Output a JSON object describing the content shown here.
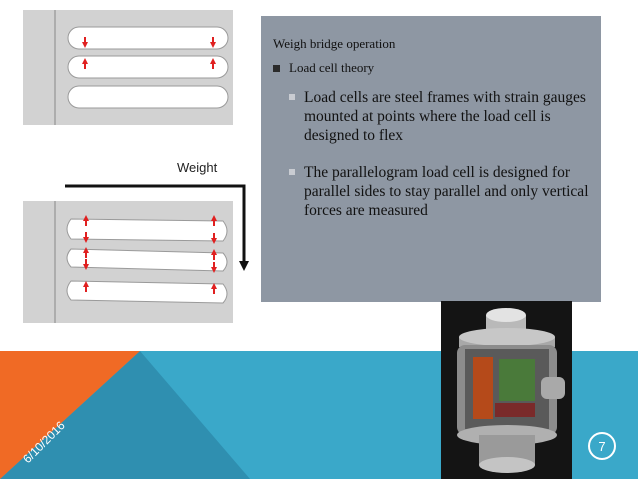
{
  "slide": {
    "weight_label": "Weight",
    "heading": "Weigh bridge operation",
    "bullet1": "Load cell theory",
    "sub1": "Load cells are steel frames with strain gauges mounted at points where the load cell is designed to flex",
    "sub2": "The parallelogram load cell is designed for parallel sides to stay parallel and only vertical forces are measured",
    "date": "6/10/2016",
    "page_number": "7"
  },
  "colors": {
    "orange": "#f06a25",
    "teal": "#3aa8c9",
    "textbox_bg": "#8e97a3",
    "arrow_red": "#e02020"
  }
}
